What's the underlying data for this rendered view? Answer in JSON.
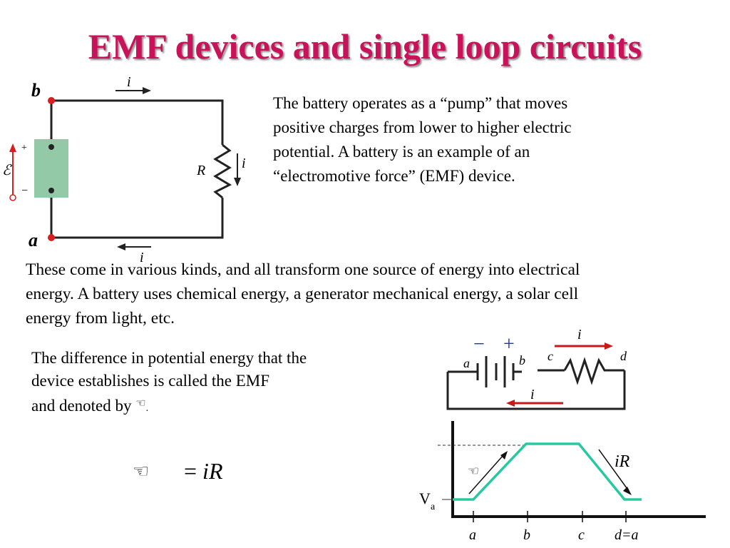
{
  "title": "EMF devices and single loop circuits",
  "intro": {
    "lines": [
      "The battery operates as a “pump” that moves",
      "positive charges from lower to higher electric",
      "potential. A battery is an example of an",
      "“electromotive force” (EMF) device."
    ]
  },
  "kinds": {
    "lines": [
      "These come in various kinds, and all transform one source of energy into electrical",
      "energy. A battery uses chemical energy, a generator mechanical energy, a solar cell",
      "energy from light, etc."
    ]
  },
  "difference": {
    "lines": [
      "The difference in potential energy that the",
      "device establishes is called the EMF"
    ],
    "last_line_text": "and denoted by ",
    "glyph": "☜",
    "period": "."
  },
  "formula": {
    "emf_glyph": "☜",
    "rhs_eq": "= ",
    "rhs_var": "iR"
  },
  "figure_left": {
    "node_b": "b",
    "node_a": "a",
    "current_top": "i",
    "current_bottom": "i",
    "current_right": "i",
    "resistor": "R",
    "emf_symbol": "ℰ",
    "plus": "+",
    "minus": "−"
  },
  "figure_right": {
    "minus": "−",
    "plus": "+",
    "current_top": "i",
    "current_bottom": "i",
    "pt_a": "a",
    "pt_b": "b",
    "pt_c": "c",
    "pt_d": "d"
  },
  "graph": {
    "ylabel_main": "V",
    "ylabel_sub": "a",
    "emf_glyph": "☜",
    "drop_label": "iR",
    "xticks": [
      "a",
      "b",
      "c",
      "d=a"
    ]
  },
  "colors": {
    "title": "#c8125a",
    "battery_fill": "#93c9a6",
    "node_dot": "#d42020",
    "emf_arrow": "#d42020",
    "graph_line": "#28c8a0",
    "polarity_blue": "#2030c0",
    "current_arrow_red": "#c81818"
  }
}
